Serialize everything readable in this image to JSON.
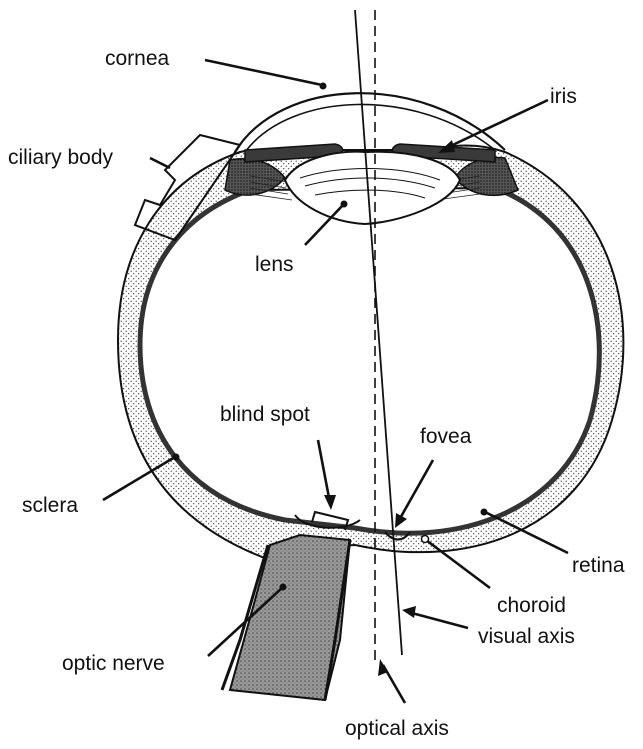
{
  "labels": {
    "cornea": "cornea",
    "iris": "iris",
    "ciliary_body": "ciliary body",
    "lens": "lens",
    "blind_spot": "blind spot",
    "fovea": "fovea",
    "sclera": "sclera",
    "retina": "retina",
    "choroid": "choroid",
    "visual_axis": "visual axis",
    "optic_nerve": "optic nerve",
    "optical_axis": "optical axis"
  },
  "colors": {
    "ink": "#111111",
    "dark_band": "#3a3a3a",
    "background": "#ffffff"
  }
}
